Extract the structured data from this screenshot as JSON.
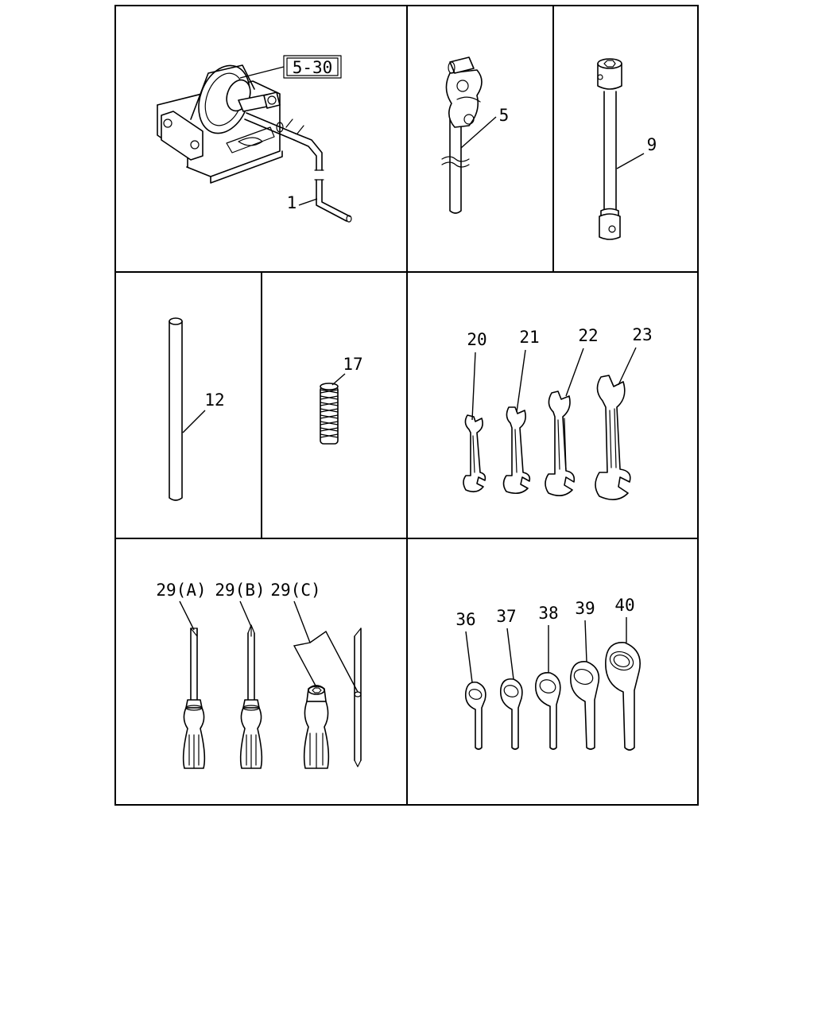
{
  "labels": {
    "p1_box": "5-30",
    "p1_part": "1",
    "p2_part": "5",
    "p3_part": "9",
    "p4_part": "12",
    "p5_part": "17",
    "p6_parts": [
      "20",
      "21",
      "22",
      "23"
    ],
    "p7_parts": [
      "29(A)",
      "29(B)",
      "29(C)"
    ],
    "p8_parts": [
      "36",
      "37",
      "38",
      "39",
      "40"
    ]
  }
}
